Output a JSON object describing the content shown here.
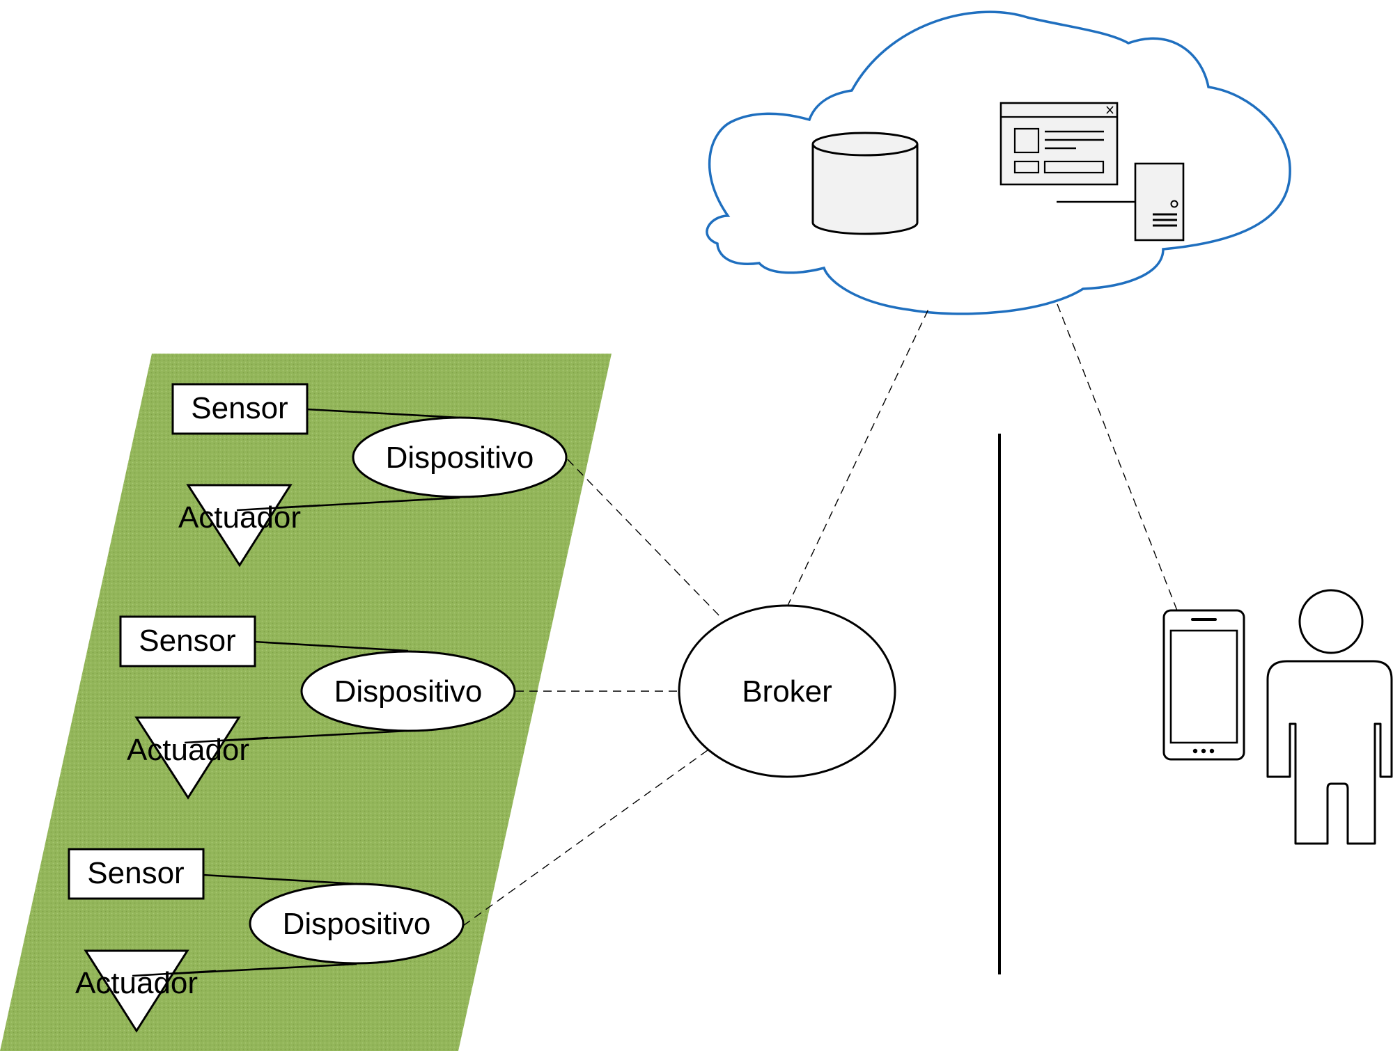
{
  "field": {
    "groups": [
      {
        "sensor": "Sensor",
        "device": "Dispositivo",
        "actuator": "Actuador"
      },
      {
        "sensor": "Sensor",
        "device": "Dispositivo",
        "actuator": "Actuador"
      },
      {
        "sensor": "Sensor",
        "device": "Dispositivo",
        "actuator": "Actuador"
      }
    ]
  },
  "broker": {
    "label": "Broker"
  },
  "cloud": {
    "icons": [
      "database-icon",
      "web-application-icon",
      "server-icon"
    ]
  },
  "user": {
    "icons": [
      "smartphone-icon",
      "person-icon"
    ]
  },
  "colors": {
    "field_green": "#93b65a",
    "cloud_outline": "#1f6fbf",
    "line": "#000000"
  }
}
